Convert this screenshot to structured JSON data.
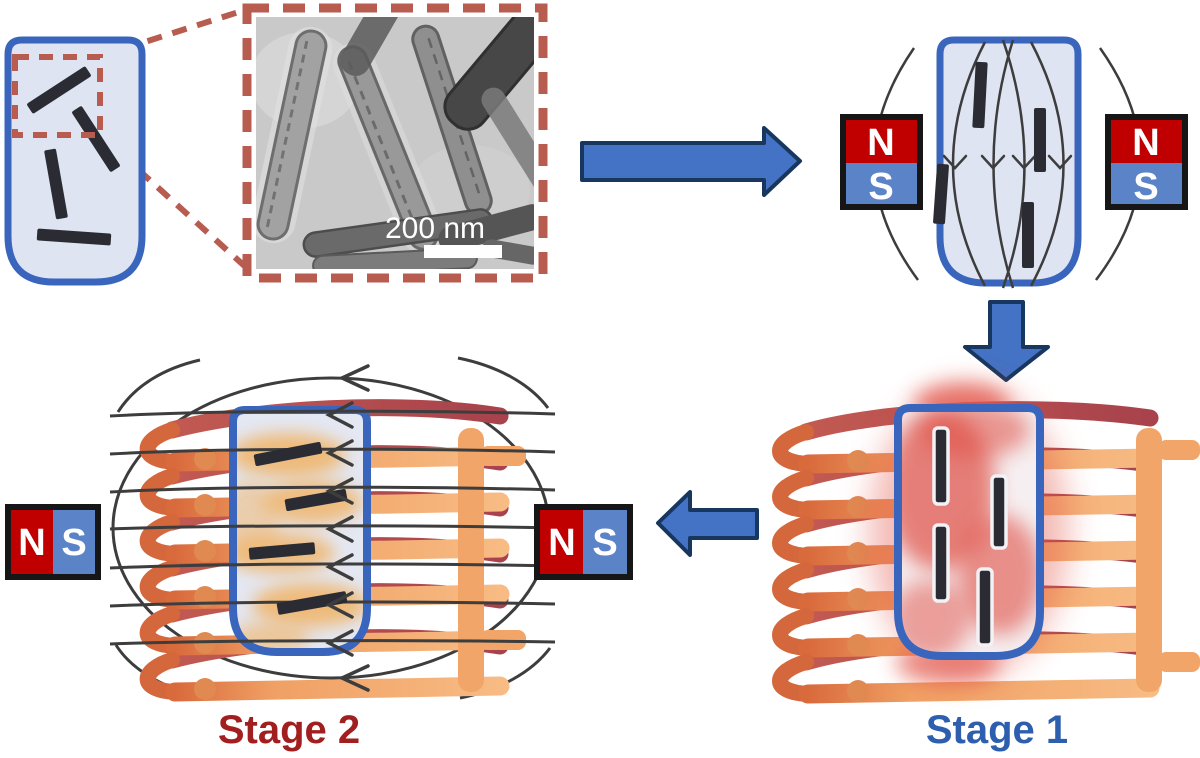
{
  "figure": {
    "type": "two-stage magnetic alignment and induction heating schematic",
    "tem": {
      "scale_label": "200 nm"
    },
    "stages": {
      "stage1": {
        "label": "Stage 1",
        "color": "#2e5fae"
      },
      "stage2": {
        "label": "Stage 2",
        "color": "#a21f1f"
      }
    },
    "magnets": {
      "align_left": {
        "n": "N",
        "s": "S"
      },
      "align_right": {
        "n": "N",
        "s": "S"
      },
      "stage2_left": {
        "n": "N",
        "s": "S"
      },
      "stage2_right": {
        "n": "N",
        "s": "S"
      }
    },
    "colors": {
      "vial_border": "#3a65bd",
      "vial_fill": "#dee4f2",
      "rod": "#2b2b33",
      "dashed_highlight": "#b85c50",
      "arrow_fill": "#4472c4",
      "arrow_stroke": "#17375e",
      "magnet_red": "#c00000",
      "magnet_blue": "#5b84c8",
      "magnet_border": "#161616",
      "magnet_letter": "#ffffff",
      "field_line": "#3d3d3d",
      "coil_back": "#ae4a50",
      "coil_front": "#f0a064",
      "heat_glow": "#e2544a",
      "rod_glow": "#efb873",
      "tem_background": "#c9c9c9",
      "tem_scale": "#ffffff"
    }
  }
}
